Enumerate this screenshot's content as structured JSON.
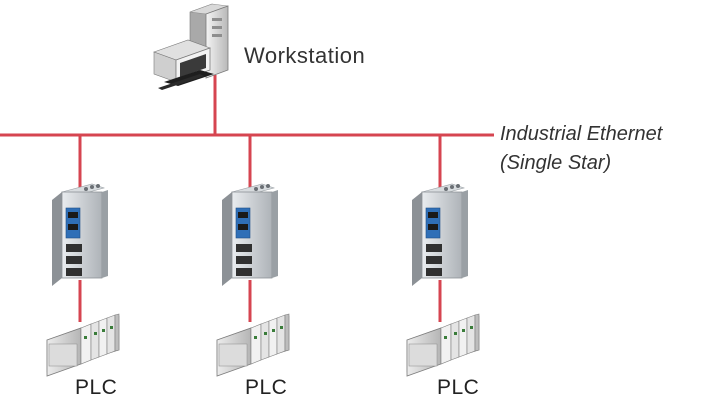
{
  "workstation": {
    "label": "Workstation",
    "icon": "workstation-computer-icon"
  },
  "network": {
    "label_line1": "Industrial Ethernet",
    "label_line2": "(Single Star)",
    "color": "#d64550"
  },
  "nodes": [
    {
      "switch_icon": "industrial-switch-icon",
      "plc_icon": "plc-rack-icon",
      "label": "PLC"
    },
    {
      "switch_icon": "industrial-switch-icon",
      "plc_icon": "plc-rack-icon",
      "label": "PLC"
    },
    {
      "switch_icon": "industrial-switch-icon",
      "plc_icon": "plc-rack-icon",
      "label": "PLC"
    }
  ]
}
